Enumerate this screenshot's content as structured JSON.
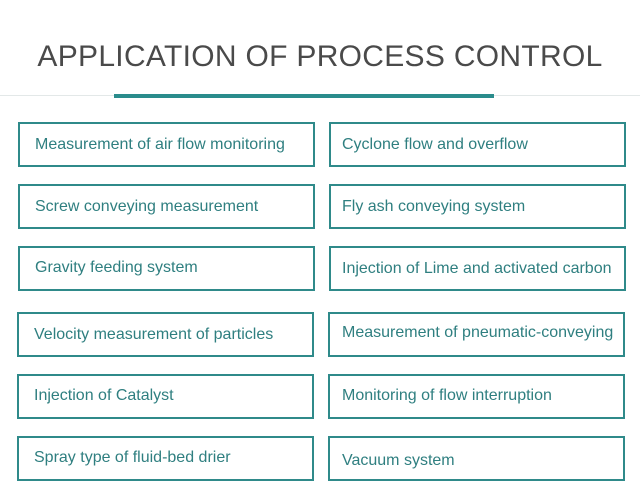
{
  "title": "APPLICATION OF PROCESS CONTROL",
  "left_items": [
    "Measurement of air flow monitoring",
    "Screw conveying measurement",
    "Gravity feeding system",
    "Velocity measurement of particles",
    "Injection of Catalyst",
    "Spray type of fluid-bed drier"
  ],
  "right_items": [
    "Cyclone flow and overflow",
    "Fly ash conveying system",
    "Injection of Lime and activated carbon",
    "Measurement of pneumatic-conveying",
    "Monitoring of flow interruption",
    "Vacuum system"
  ],
  "colors": {
    "accent": "#2f8a8a",
    "title": "#4a4a4a",
    "item_text": "#2f7f80"
  }
}
